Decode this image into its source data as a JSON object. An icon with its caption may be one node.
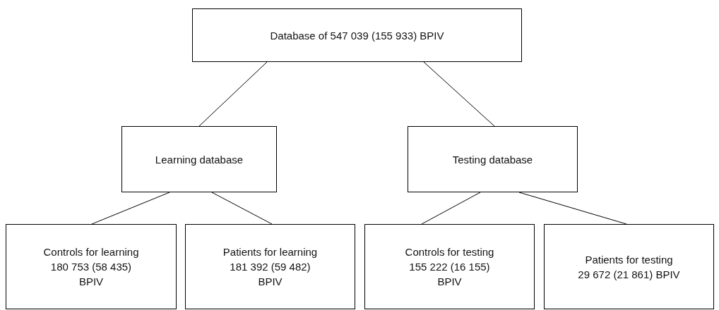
{
  "diagram": {
    "nodes": [
      {
        "text": [
          "Database of 547 039 (155 933) BPIV"
        ]
      },
      {
        "text": [
          "Learning database"
        ]
      },
      {
        "text": [
          "Testing database"
        ]
      },
      {
        "text": [
          "Controls for learning",
          "180 753 (58 435) BPIV"
        ]
      },
      {
        "text": [
          "Patients for learning",
          "181 392 (59 482) BPIV"
        ]
      },
      {
        "text": [
          "Controls for testing",
          "155 222 (16 155) BPIV"
        ]
      },
      {
        "text": [
          "Patients for testing",
          "29 672 (21 861) BPIV"
        ]
      }
    ],
    "edges": [
      {
        "from": 0,
        "to": 1,
        "arrow": "none"
      },
      {
        "from": 0,
        "to": 2,
        "arrow": "none"
      },
      {
        "from": 1,
        "to": 3,
        "arrow": "none"
      },
      {
        "from": 1,
        "to": 4,
        "arrow": "none"
      },
      {
        "from": 2,
        "to": 5,
        "arrow": "none"
      },
      {
        "from": 2,
        "to": 6,
        "arrow": "none"
      }
    ]
  }
}
